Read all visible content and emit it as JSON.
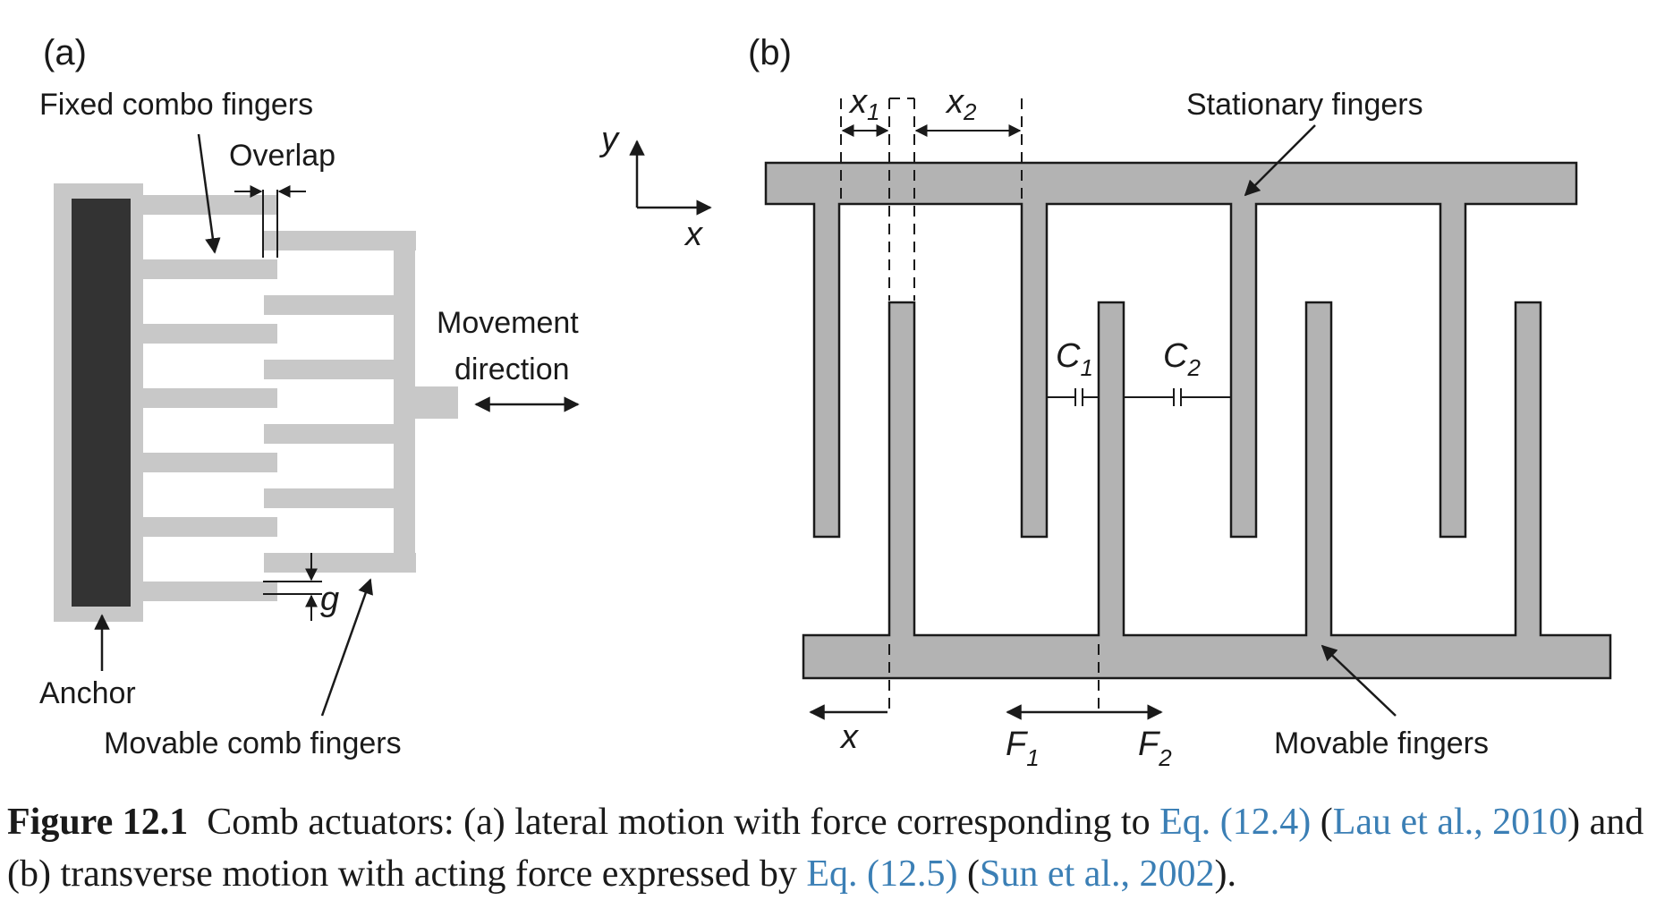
{
  "panel_a": {
    "label": "(a)",
    "fixed_fingers": "Fixed combo fingers",
    "overlap": "Overlap",
    "movement_direction_1": "Movement",
    "movement_direction_2": "direction",
    "gap": "g",
    "anchor": "Anchor",
    "movable_fingers": "Movable comb fingers"
  },
  "panel_b": {
    "label": "(b)",
    "axis_y": "y",
    "axis_x": "x",
    "x1": "x",
    "x1_sub": "1",
    "x2": "x",
    "x2_sub": "2",
    "stationary": "Stationary fingers",
    "c1": "C",
    "c1_sub": "1",
    "c2": "C",
    "c2_sub": "2",
    "displacement": "x",
    "f1": "F",
    "f1_sub": "1",
    "f2": "F",
    "f2_sub": "2",
    "movable": "Movable fingers"
  },
  "caption": {
    "number": "Figure 12.1",
    "text_1": "Comb actuators: (a) lateral motion with force corresponding to ",
    "ref_eq1": "Eq. (12.4)",
    "text_2": " (",
    "ref_lau": "Lau et al., 2010",
    "text_3": ") and (b) transverse motion with acting force expressed by ",
    "ref_eq2": "Eq. (12.5)",
    "text_4": " (",
    "ref_sun": "Sun et al., 2002",
    "text_5": ")."
  },
  "colors": {
    "fill_gray": "#c8c8c8",
    "finger_gray": "#b3b3b3",
    "anchor": "#333333",
    "link": "#3b7fb5"
  }
}
